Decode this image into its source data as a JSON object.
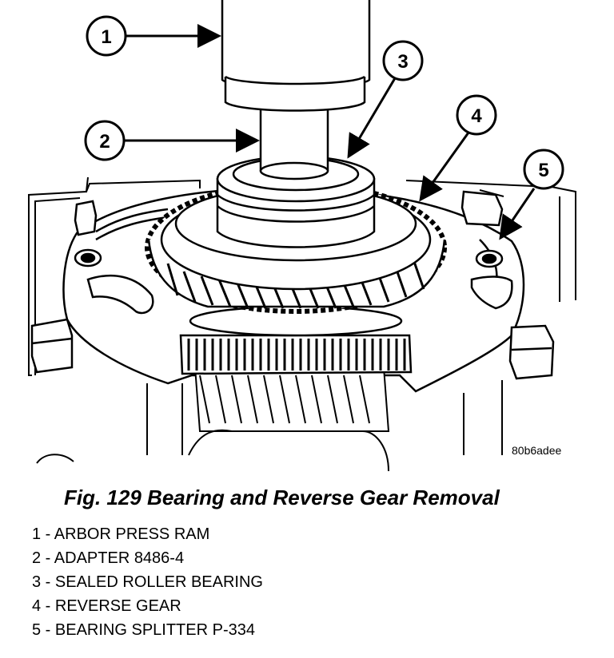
{
  "figure": {
    "id": "80b6adee",
    "caption": "Fig. 129 Bearing and Reverse Gear Removal"
  },
  "callouts": [
    "1",
    "2",
    "3",
    "4",
    "5"
  ],
  "legend": [
    "1 - ARBOR PRESS RAM",
    "2 - ADAPTER 8486-4",
    "3 - SEALED ROLLER BEARING",
    "4 - REVERSE GEAR",
    "5 - BEARING SPLITTER P-334"
  ]
}
